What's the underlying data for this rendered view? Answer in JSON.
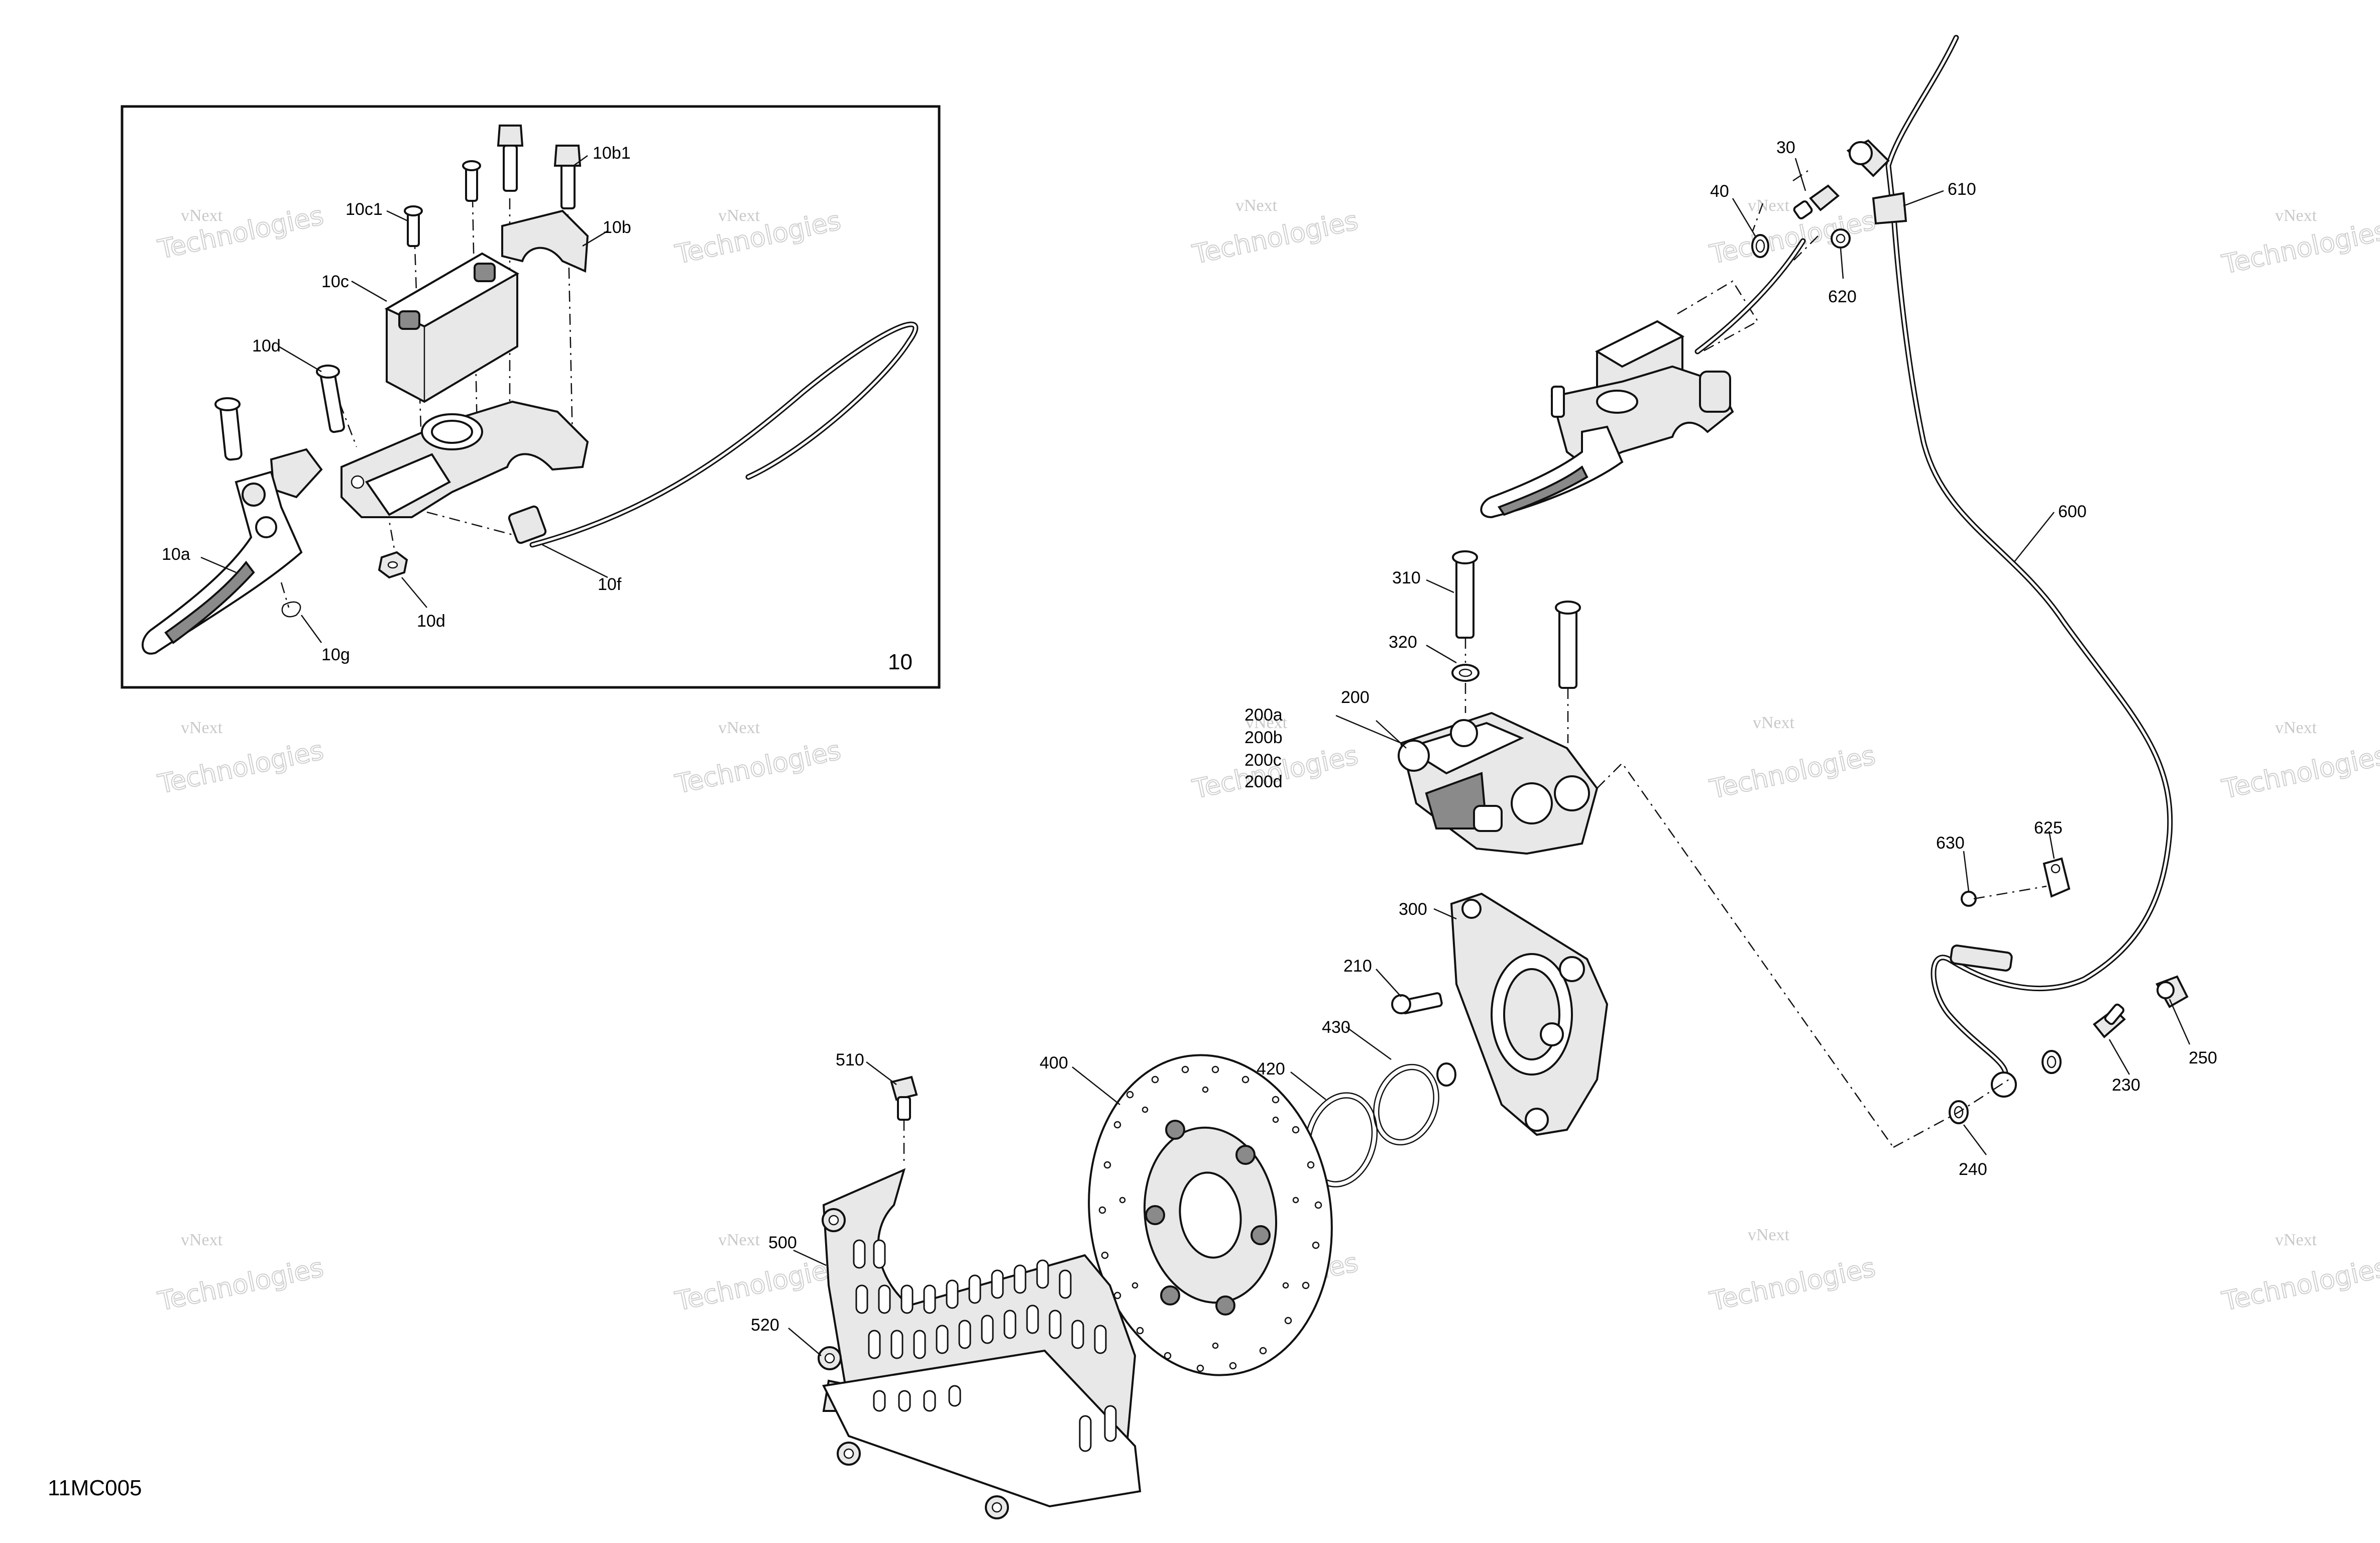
{
  "diagram": {
    "drawing_code": "11MC005",
    "inset_number": "10",
    "watermark": [
      "vNext",
      "Technologies"
    ],
    "callouts": {
      "c10c1": "10c1",
      "c10b1": "10b1",
      "c10b": "10b",
      "c10c": "10c",
      "c10d_top": "10d",
      "c10a": "10a",
      "c10d_bot": "10d",
      "c10f": "10f",
      "c10g": "10g",
      "c30": "30",
      "c40": "40",
      "c610": "610",
      "c620": "620",
      "c600": "600",
      "c310": "310",
      "c320": "320",
      "c200": "200",
      "c200a": "200a",
      "c200b": "200b",
      "c200c": "200c",
      "c200d": "200d",
      "c300": "300",
      "c210": "210",
      "c630": "630",
      "c625": "625",
      "c250": "250",
      "c230": "230",
      "c240": "240",
      "c430": "430",
      "c420": "420",
      "c400": "400",
      "c510": "510",
      "c500": "500",
      "c520": "520"
    }
  }
}
